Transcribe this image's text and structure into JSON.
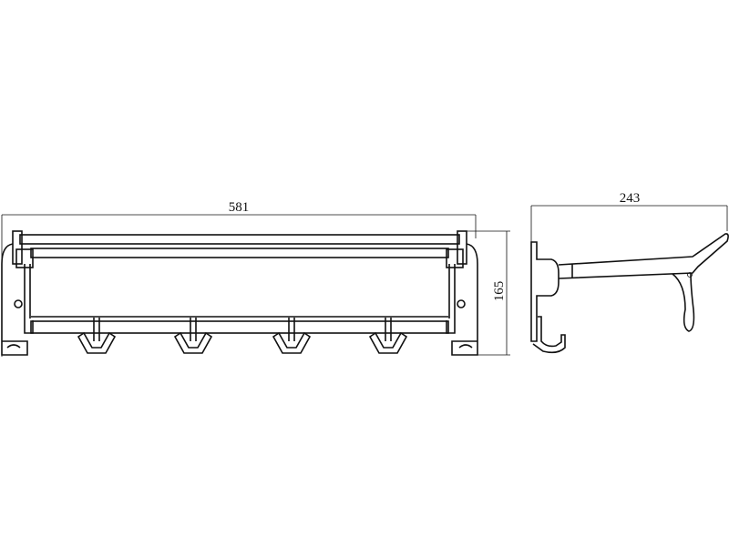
{
  "drawing": {
    "front_view": {
      "width_dimension": "581",
      "height_dimension": "165",
      "hook_count": 4
    },
    "side_view": {
      "depth_dimension": "243"
    }
  }
}
